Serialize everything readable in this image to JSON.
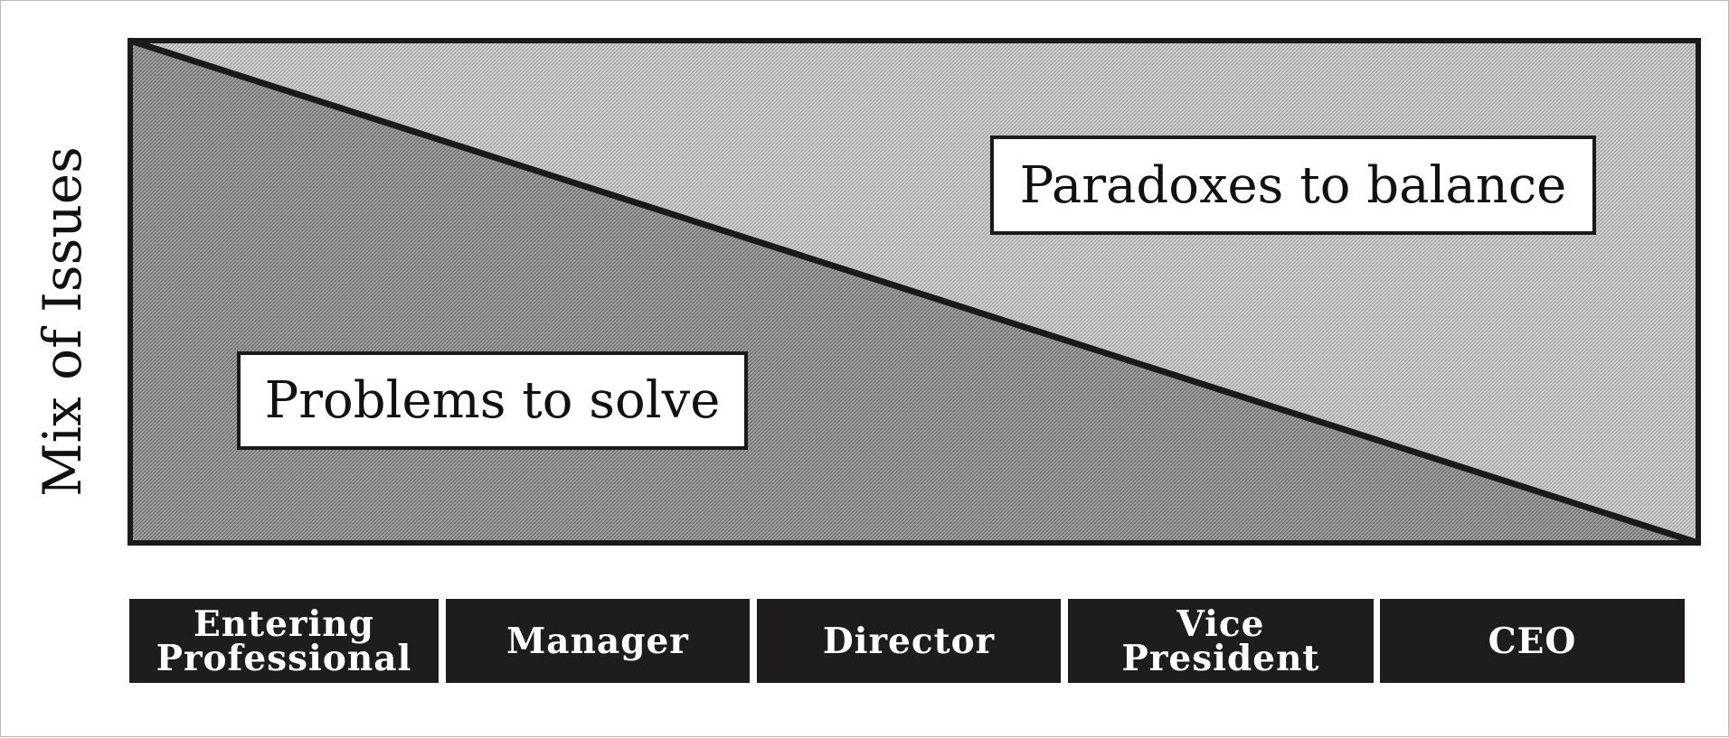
{
  "diagram": {
    "y_axis_label": "Mix of Issues",
    "regions": {
      "lower": {
        "label": "Problems to solve"
      },
      "upper": {
        "label": "Paradoxes to balance"
      }
    },
    "stages": [
      {
        "label": "Entering\nProfessional"
      },
      {
        "label": "Manager"
      },
      {
        "label": "Director"
      },
      {
        "label": "Vice President"
      },
      {
        "label": "CEO"
      }
    ],
    "colors": {
      "lower_fill": "#8e8e8e",
      "upper_fill": "#bdbdbd",
      "outline": "#1a1a1a",
      "stage_background": "#1f1d1b",
      "stage_text": "#ffffff"
    }
  }
}
